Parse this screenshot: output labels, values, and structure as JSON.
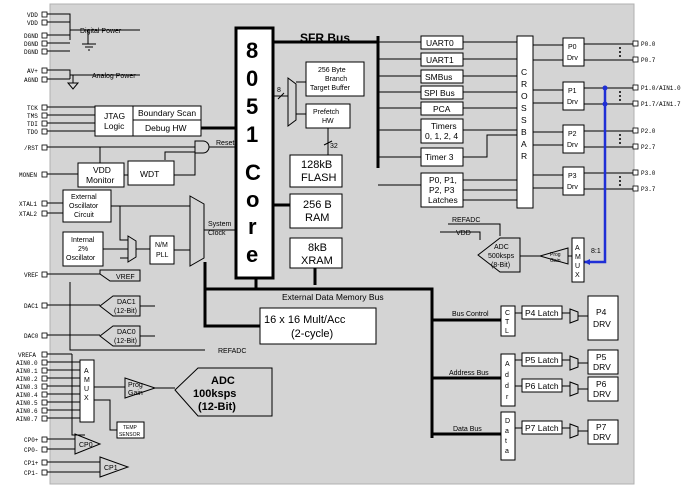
{
  "left_pins": {
    "vdd1": "VDD",
    "vdd2": "VDD",
    "dgnd1": "DGND",
    "dgnd2": "DGND",
    "dgnd3": "DGND",
    "av_plus": "AV+",
    "agnd": "AGND",
    "tck": "TCK",
    "tms": "TMS",
    "tdi": "TDI",
    "tdo": "TDO",
    "rst": "/RST",
    "monen": "MONEN",
    "xtal1": "XTAL1",
    "xtal2": "XTAL2",
    "vref": "VREF",
    "dac1": "DAC1",
    "dac0": "DAC0",
    "vrefa": "VREFA",
    "ain": [
      "AIN0.0",
      "AIN0.1",
      "AIN0.2",
      "AIN0.3",
      "AIN0.4",
      "AIN0.5",
      "AIN0.6",
      "AIN0.7"
    ],
    "cp0p": "CP0+",
    "cp0m": "CP0-",
    "cp1p": "CP1+",
    "cp1m": "CP1-"
  },
  "labels": {
    "digital_power": "Digital Power",
    "analog_power": "Analog Power",
    "jtag1": "JTAG",
    "jtag2": "Logic",
    "boundary_scan": "Boundary Scan",
    "debug_hw": "Debug HW",
    "reset": "Reset",
    "vdd_monitor1": "VDD",
    "vdd_monitor2": "Monitor",
    "wdt": "WDT",
    "ext_osc1": "External",
    "ext_osc2": "Oscillator",
    "ext_osc3": "Circuit",
    "int_osc1": "Internal",
    "int_osc2": "2%",
    "int_osc3": "Oscillator",
    "nm_pll1": "N/M",
    "nm_pll2": "PLL",
    "system_clock1": "System",
    "system_clock2": "Clock",
    "vref_box": "VREF",
    "dac1_1": "DAC1",
    "dac1_2": "(12-Bit)",
    "dac0_1": "DAC0",
    "dac0_2": "(12-Bit)",
    "refadc": "REFADC",
    "amux_left": [
      "A",
      "M",
      "U",
      "X"
    ],
    "prog_gain1": "Prog",
    "prog_gain2": "Gain",
    "adc_main1": "ADC",
    "adc_main2": "100ksps",
    "adc_main3": "(12-Bit)",
    "temp1": "TEMP",
    "temp2": "SENSOR",
    "cp0": "CP0",
    "cp1": "CP1",
    "core": [
      "8",
      "0",
      "5",
      "1",
      "C",
      "o",
      "r",
      "e"
    ],
    "sfr_bus": "SFR Bus",
    "branch1": "256 Byte",
    "branch2": "Branch",
    "branch3": "Target Buffer",
    "bus8": "8",
    "bus32": "32",
    "prefetch1": "Prefetch",
    "prefetch2": "HW",
    "flash1": "128kB",
    "flash2": "FLASH",
    "ram1": "256 B",
    "ram2": "RAM",
    "xram1": "8kB",
    "xram2": "XRAM",
    "ext_mem_bus": "External Data Memory Bus",
    "mult1": "16 x 16 Mult/Acc",
    "mult2": "(2-cycle)",
    "uart0": "UART0",
    "uart1": "UART1",
    "smbus": "SMBus",
    "spi": "SPI Bus",
    "pca": "PCA",
    "timers1": "Timers",
    "timers2": "0, 1, 2, 4",
    "timer3": "Timer 3",
    "latches1": "P0, P1,",
    "latches2": "P2, P3",
    "latches3": "Latches",
    "crossbar": [
      "C",
      "R",
      "O",
      "S",
      "S",
      "B",
      "A",
      "R"
    ],
    "p0drv1": "P0",
    "p0drv2": "Drv",
    "p1drv1": "P1",
    "p1drv2": "Drv",
    "p2drv1": "P2",
    "p2drv2": "Drv",
    "p3drv1": "P3",
    "p3drv2": "Drv",
    "refadc_top": "REFADC",
    "vdd_adc": "VDD",
    "adc2_1": "ADC",
    "adc2_2": "500ksps",
    "adc2_3": "(8-Bit)",
    "prog_gain_r1": "Prog",
    "prog_gain_r2": "Gain",
    "amux_right": [
      "A",
      "M",
      "U",
      "X"
    ],
    "mux_ratio": "8:1",
    "bus_control": "Bus Control",
    "address_bus": "Address Bus",
    "data_bus": "Data Bus",
    "ctl": [
      "C",
      "T",
      "L"
    ],
    "addr": [
      "A",
      "d",
      "d",
      "r"
    ],
    "data": [
      "D",
      "a",
      "t",
      "a"
    ],
    "p4latch": "P4 Latch",
    "p5latch": "P5 Latch",
    "p6latch": "P6 Latch",
    "p7latch": "P7 Latch",
    "p4drv1": "P4",
    "p4drv2": "DRV",
    "p5drv1": "P5",
    "p5drv2": "DRV",
    "p6drv1": "P6",
    "p6drv2": "DRV",
    "p7drv1": "P7",
    "p7drv2": "DRV"
  },
  "right_pins": {
    "p00": "P0.0",
    "p07": "P0.7",
    "p10": "P1.0/AIN1.0",
    "p17": "P1.7/AIN1.7",
    "p20": "P2.0",
    "p27": "P2.7",
    "p30": "P3.0",
    "p37": "P3.7"
  },
  "colors": {
    "background": "#d4d4d4",
    "ain1_mux_line": "#1f2fd6"
  }
}
